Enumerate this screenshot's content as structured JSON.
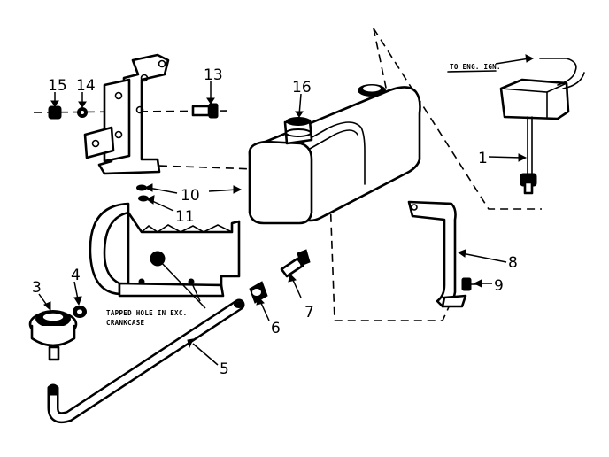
{
  "callouts": {
    "p1": "1",
    "p3": "3",
    "p4": "4",
    "p5": "5",
    "p6": "6",
    "p7": "7",
    "p8": "8",
    "p9": "9",
    "p10": "10",
    "p11": "11",
    "p13": "13",
    "p14": "14",
    "p15": "15",
    "p16": "16"
  },
  "notes": {
    "to_eng": "TO ENG. IGN.",
    "tapped_line1": "TAPPED HOLE IN EXC.",
    "tapped_line2": "CRANKCASE"
  }
}
